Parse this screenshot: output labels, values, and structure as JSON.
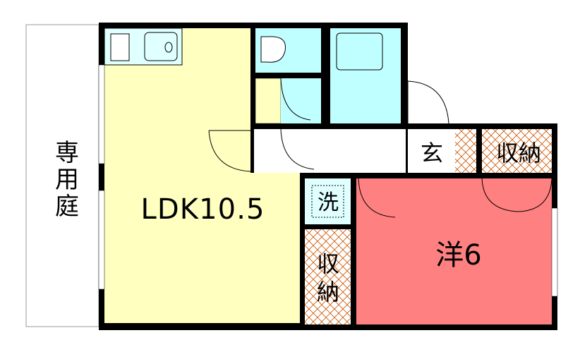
{
  "rooms": {
    "garden": {
      "label_1": "専",
      "label_2": "用",
      "label_3": "庭"
    },
    "ldk": {
      "label": "LDK10.5"
    },
    "western": {
      "label": "洋6"
    },
    "entrance": {
      "label": "玄"
    },
    "storage_upper": {
      "label": "収納"
    },
    "laundry": {
      "label": "洗"
    },
    "storage_lower": {
      "label_1": "収",
      "label_2": "納"
    }
  },
  "colors": {
    "ldk": "#FFFFC0",
    "wet": "#C0FFFF",
    "western": "#FF8080",
    "hatch": "#CC5500",
    "wall": "#000000"
  }
}
